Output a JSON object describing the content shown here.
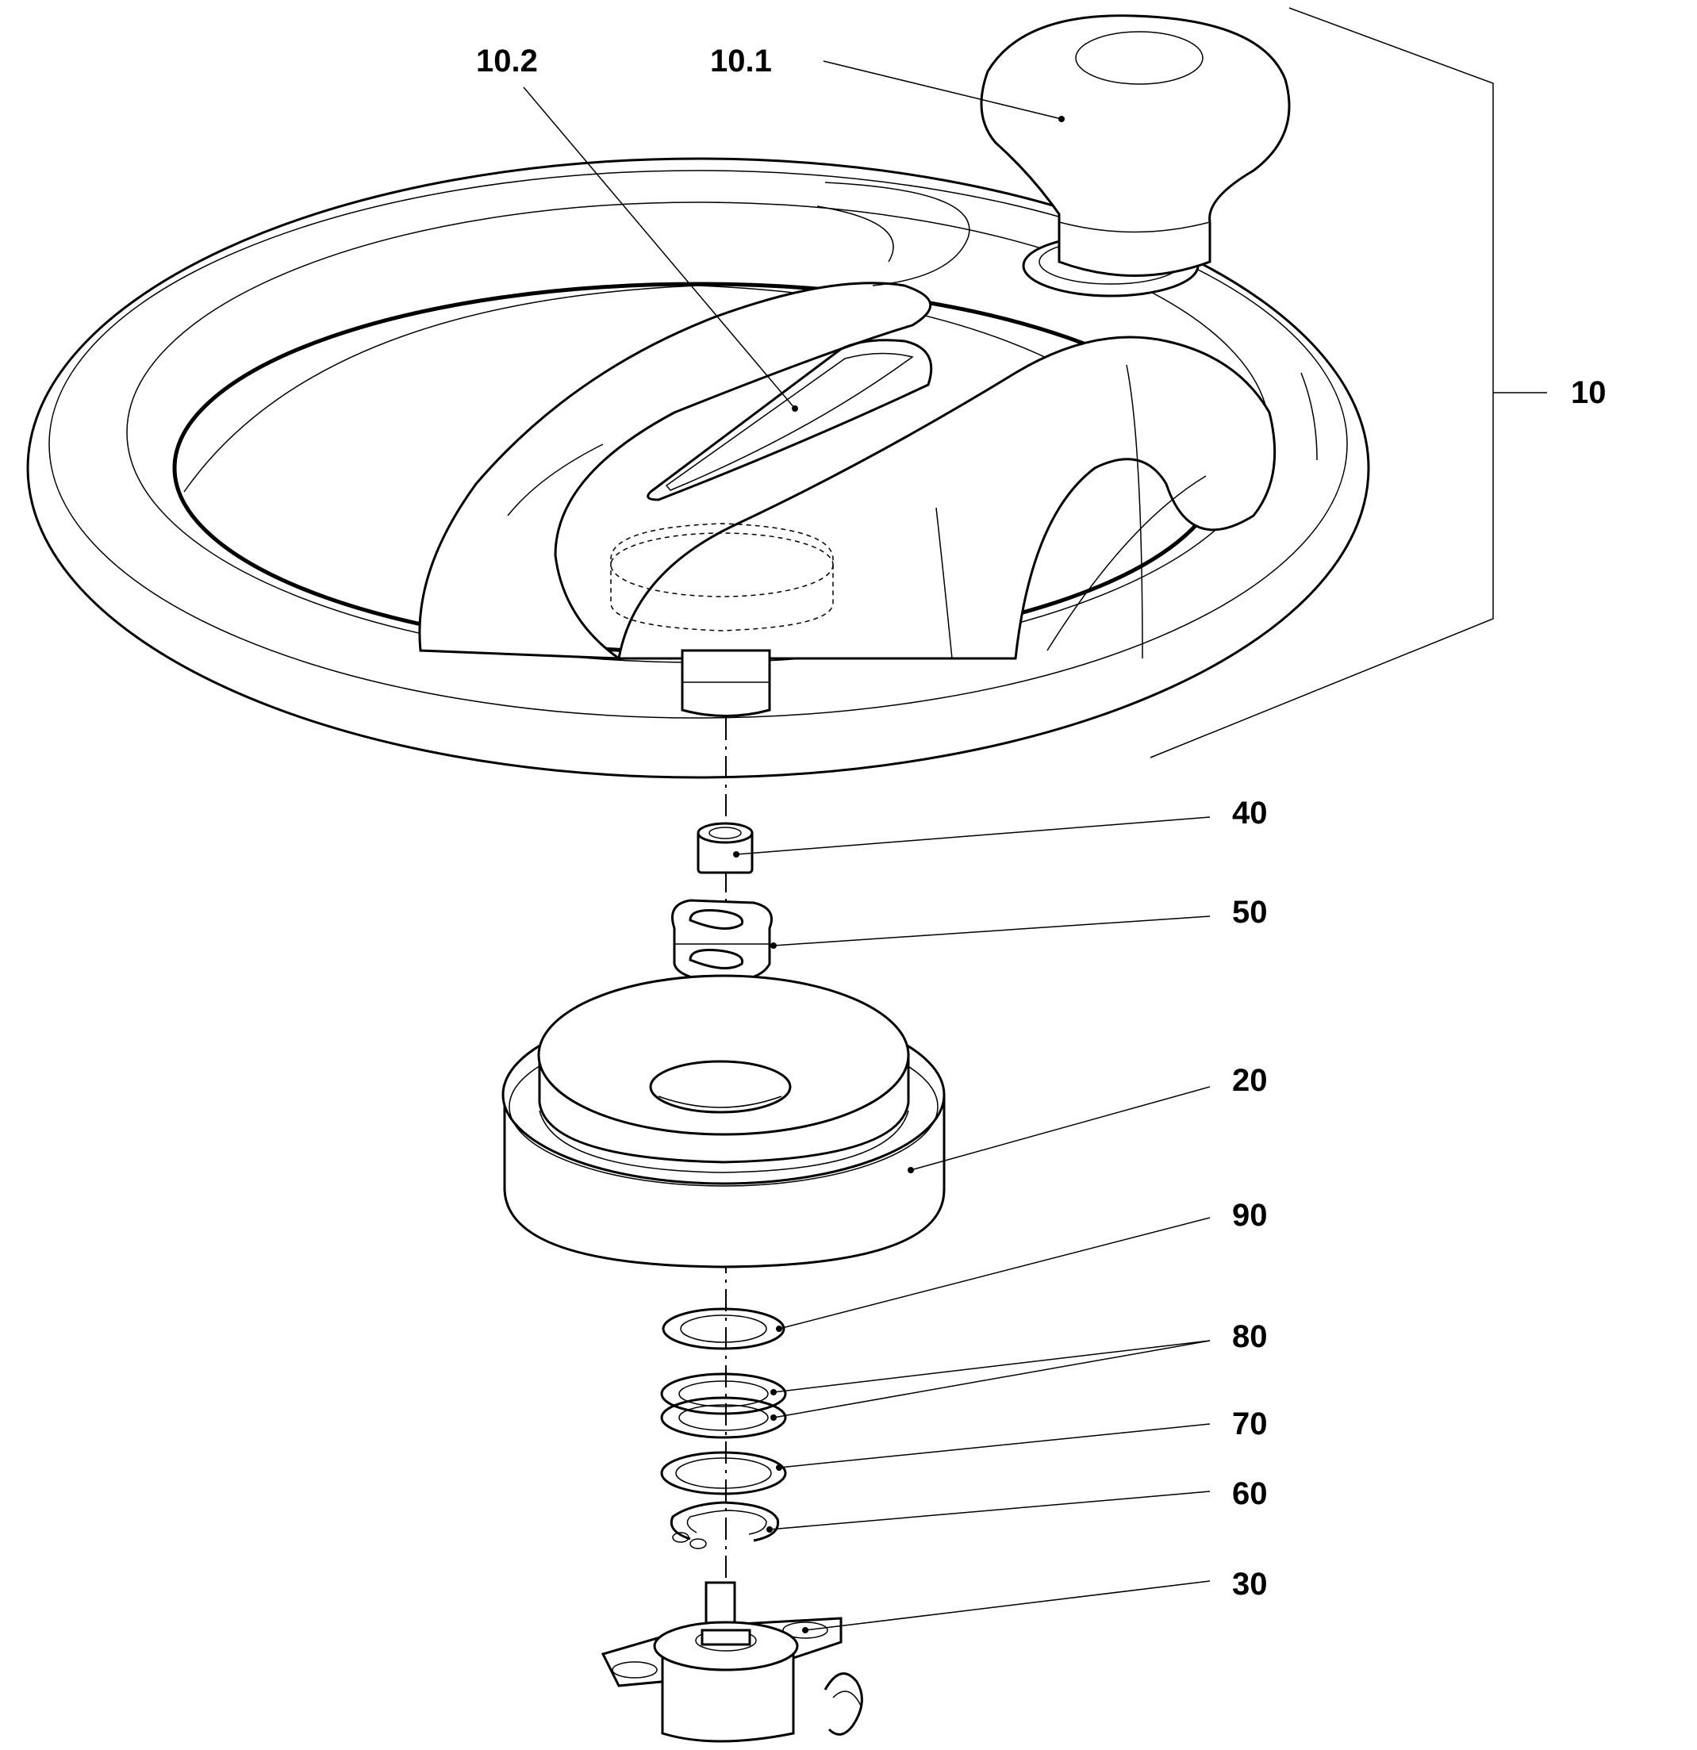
{
  "labels": {
    "assembly": "10",
    "knob": "10.1",
    "insert": "10.2",
    "hub": "20",
    "potentiometer": "30",
    "bushing": "40",
    "clamp": "50",
    "circlip": "60",
    "washer_70": "70",
    "washers_80": "80",
    "washer_90": "90"
  }
}
